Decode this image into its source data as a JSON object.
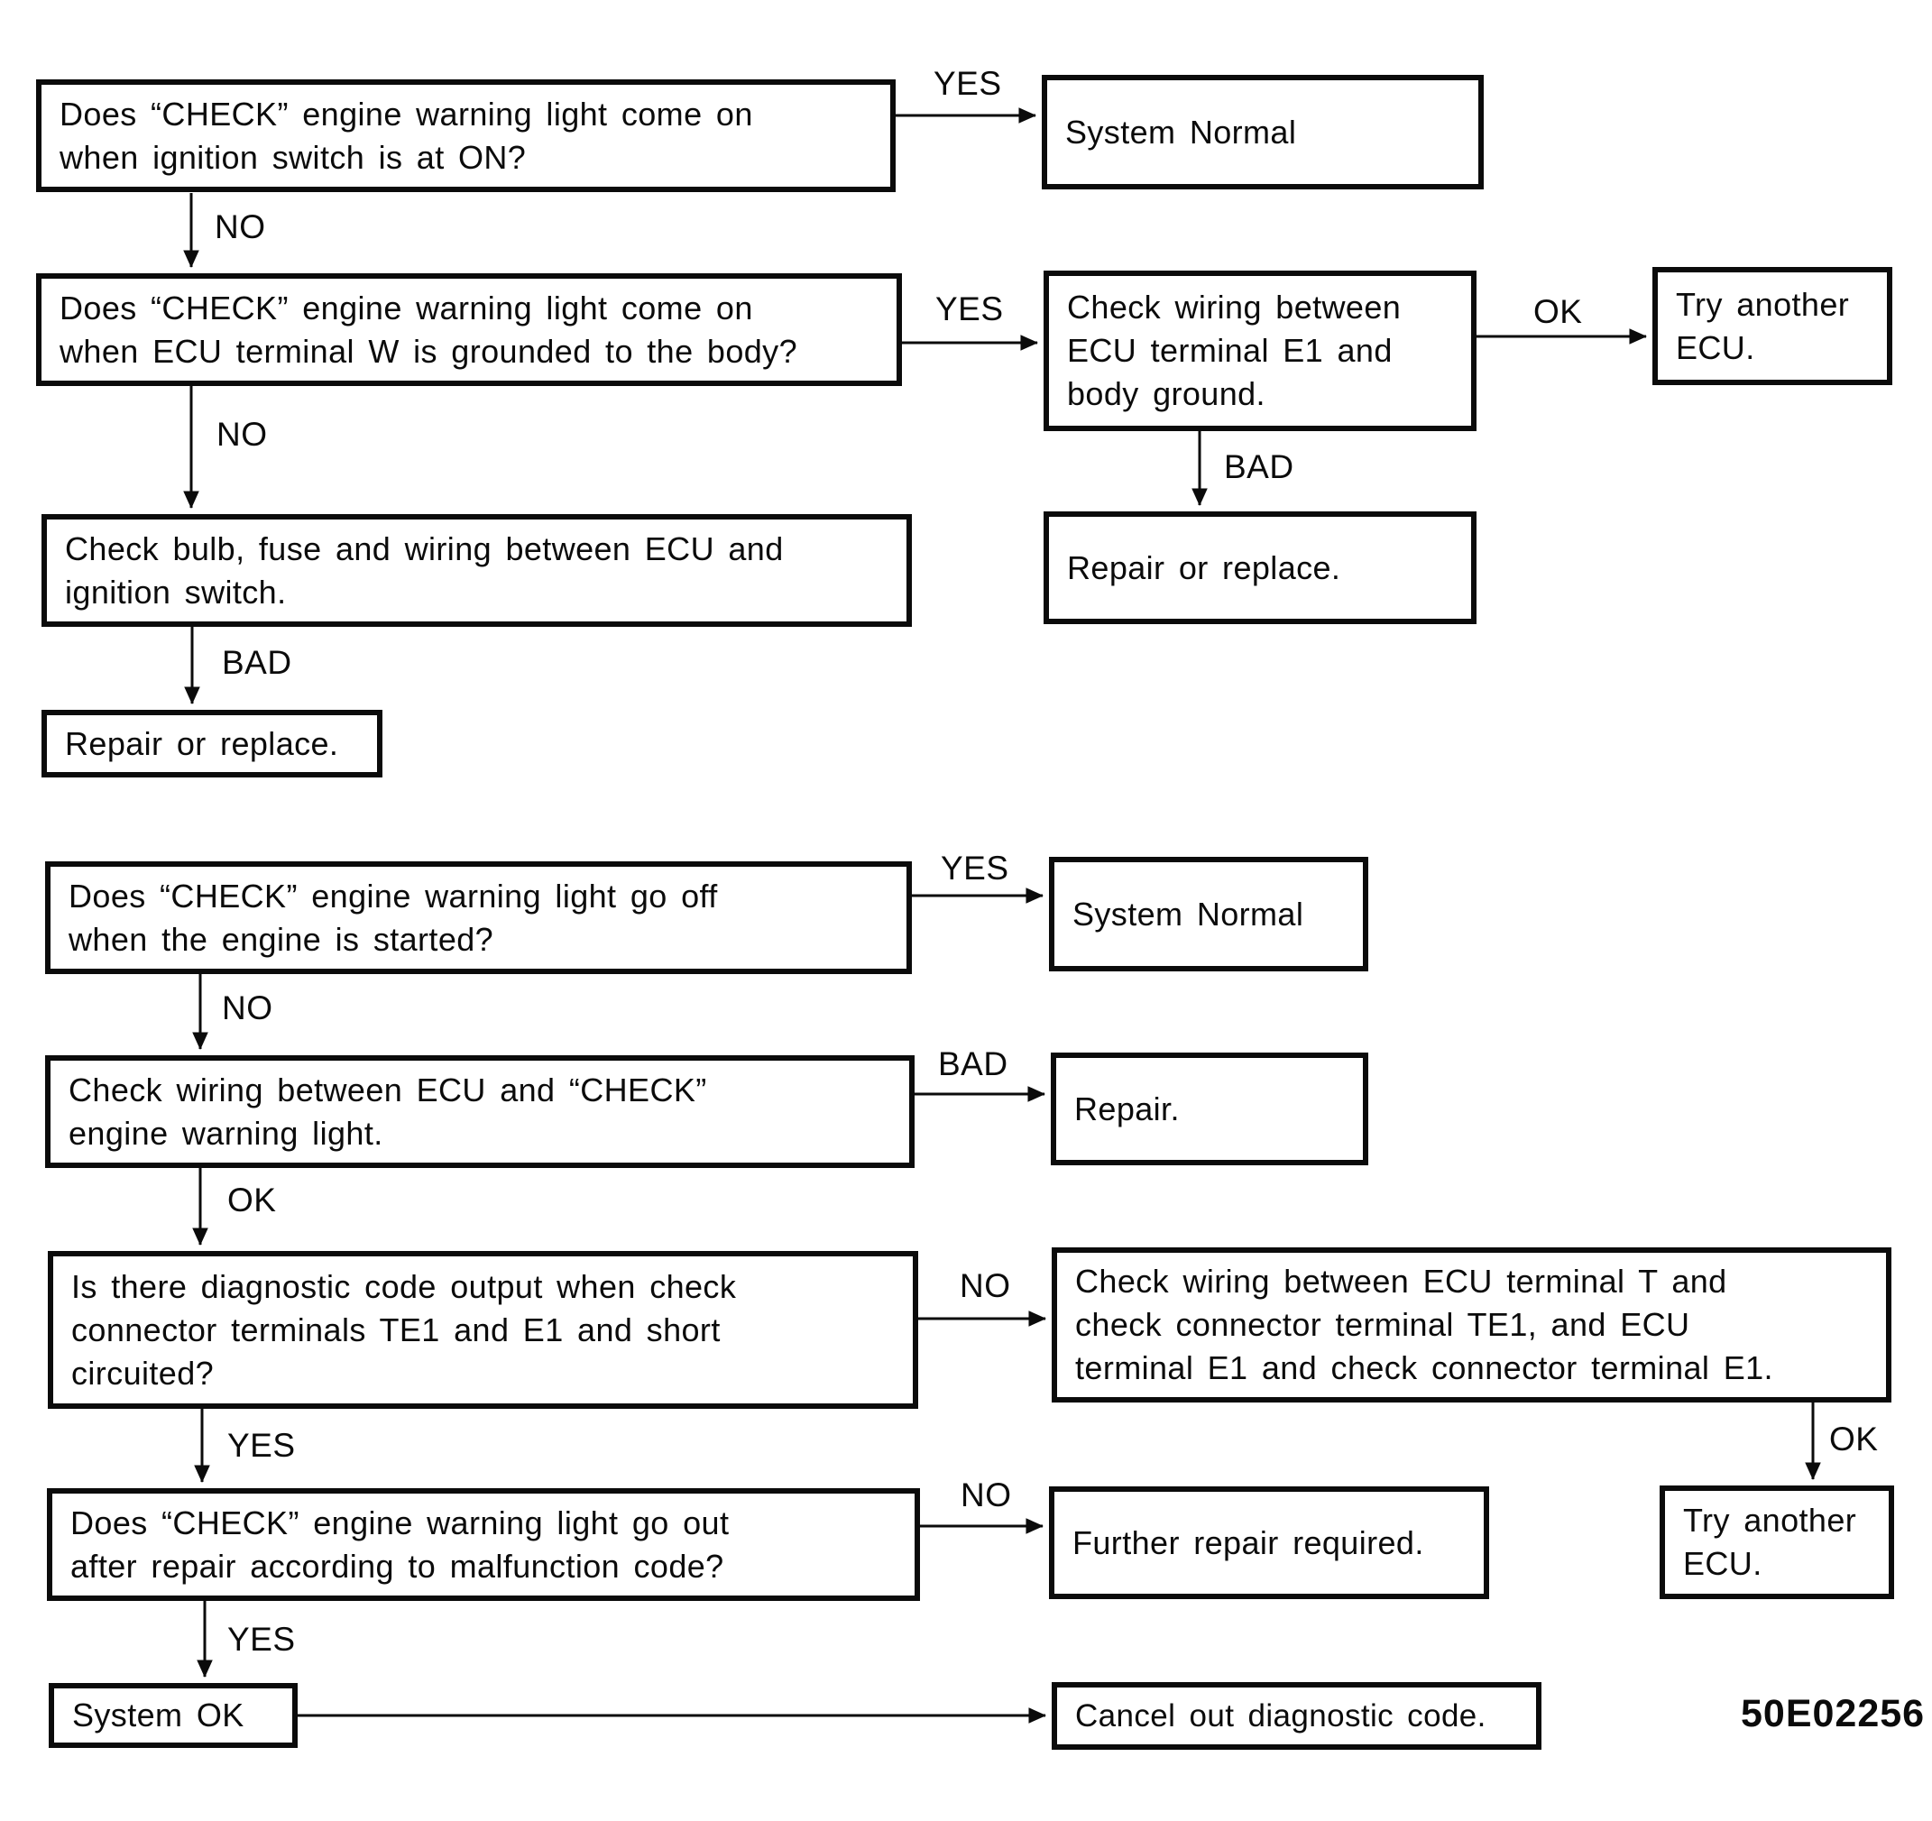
{
  "figure_code": "50E02256",
  "nodes": {
    "q1": {
      "text": "Does “CHECK” engine warning light come on\nwhen ignition switch is at ON?"
    },
    "system_normal_1": {
      "text": "System Normal"
    },
    "q2": {
      "text": "Does “CHECK” engine warning light come on\nwhen ECU terminal W is grounded to the body?"
    },
    "check_wiring_e1": {
      "text": "Check wiring between\nECU terminal E1 and\nbody ground."
    },
    "try_another_ecu_1": {
      "text": "Try another\nECU."
    },
    "check_bulb": {
      "text": "Check bulb, fuse and wiring between ECU and\nignition switch."
    },
    "repair_or_replace_1": {
      "text": "Repair or replace."
    },
    "repair_or_replace_2": {
      "text": "Repair or replace."
    },
    "q3": {
      "text": "Does “CHECK” engine warning light go off\nwhen the engine is started?"
    },
    "system_normal_2": {
      "text": "System Normal"
    },
    "check_wiring_light": {
      "text": "Check wiring between ECU and “CHECK”\nengine warning light."
    },
    "repair_1": {
      "text": "Repair."
    },
    "q4": {
      "text": "Is there diagnostic code output when check\nconnector terminals TE1 and E1 and short\ncircuited?"
    },
    "check_wiring_t": {
      "text": "Check wiring between ECU terminal T and\ncheck connector terminal TE1, and ECU\nterminal E1 and check connector terminal E1."
    },
    "q5": {
      "text": "Does “CHECK” engine warning light go out\nafter repair according to malfunction code?"
    },
    "further_repair": {
      "text": "Further repair required."
    },
    "try_another_ecu_2": {
      "text": "Try another\nECU."
    },
    "system_ok": {
      "text": "System OK"
    },
    "cancel_code": {
      "text": "Cancel out diagnostic code."
    }
  },
  "connectors": [
    {
      "from": "q1",
      "to": "system_normal_1",
      "label": "YES"
    },
    {
      "from": "q1",
      "to": "q2",
      "label": "NO"
    },
    {
      "from": "q2",
      "to": "check_wiring_e1",
      "label": "YES"
    },
    {
      "from": "check_wiring_e1",
      "to": "try_another_ecu_1",
      "label": "OK"
    },
    {
      "from": "check_wiring_e1",
      "to": "repair_or_replace_1",
      "label": "BAD"
    },
    {
      "from": "q2",
      "to": "check_bulb",
      "label": "NO"
    },
    {
      "from": "check_bulb",
      "to": "repair_or_replace_2",
      "label": "BAD"
    },
    {
      "from": "q3",
      "to": "system_normal_2",
      "label": "YES"
    },
    {
      "from": "q3",
      "to": "check_wiring_light",
      "label": "NO"
    },
    {
      "from": "check_wiring_light",
      "to": "repair_1",
      "label": "BAD"
    },
    {
      "from": "check_wiring_light",
      "to": "q4",
      "label": "OK"
    },
    {
      "from": "q4",
      "to": "check_wiring_t",
      "label": "NO"
    },
    {
      "from": "check_wiring_t",
      "to": "try_another_ecu_2",
      "label": "OK"
    },
    {
      "from": "q4",
      "to": "q5",
      "label": "YES"
    },
    {
      "from": "q5",
      "to": "further_repair",
      "label": "NO"
    },
    {
      "from": "q5",
      "to": "system_ok",
      "label": "YES"
    },
    {
      "from": "system_ok",
      "to": "cancel_code"
    }
  ]
}
